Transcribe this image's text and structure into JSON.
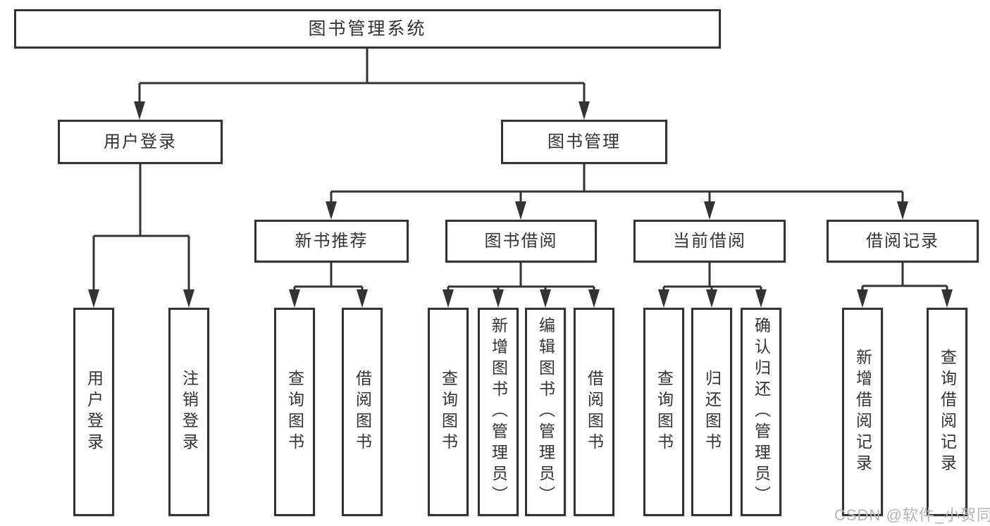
{
  "diagram": {
    "title": "图书管理系统",
    "type": "hierarchy-tree",
    "colors": {
      "line": "#333333",
      "box_border": "#333333",
      "box_background": "#ffffff",
      "text": "#333333",
      "watermark": "#b4b4b4"
    },
    "tree": {
      "label": "图书管理系统",
      "children": [
        {
          "label": "用户登录",
          "children": [
            {
              "label": "用户登录"
            },
            {
              "label": "注销登录"
            }
          ]
        },
        {
          "label": "图书管理",
          "children": [
            {
              "label": "新书推荐",
              "children": [
                {
                  "label": "查询图书"
                },
                {
                  "label": "借阅图书"
                }
              ]
            },
            {
              "label": "图书借阅",
              "children": [
                {
                  "label": "查询图书"
                },
                {
                  "label": "新增图书（管理员）"
                },
                {
                  "label": "编辑图书（管理员）"
                },
                {
                  "label": "借阅图书"
                }
              ]
            },
            {
              "label": "当前借阅",
              "children": [
                {
                  "label": "查询图书"
                },
                {
                  "label": "归还图书"
                },
                {
                  "label": "确认归还（管理员）"
                }
              ]
            },
            {
              "label": "借阅记录",
              "children": [
                {
                  "label": "新增借阅记录"
                },
                {
                  "label": "查询借阅记录"
                }
              ]
            }
          ]
        }
      ]
    },
    "watermark": {
      "text": "CSDN @软件_小贺同学"
    }
  }
}
